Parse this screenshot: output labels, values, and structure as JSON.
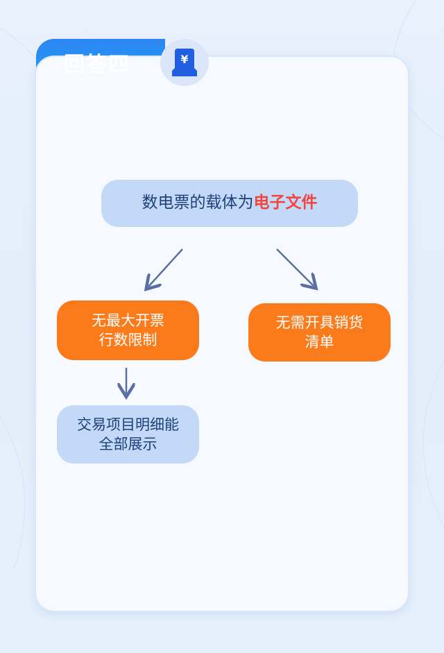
{
  "header": {
    "title": "回答四",
    "badge_icon": "yen-ticket-icon",
    "badge_symbol": "¥"
  },
  "diagram": {
    "root": {
      "text_before": "数电票的载体为",
      "text_highlight": "电子文件"
    },
    "left_branch": {
      "line1": "无最大开票",
      "line2": "行数限制"
    },
    "right_branch": {
      "line1": "无需开具销货",
      "line2": "清单"
    },
    "left_child": {
      "line1": "交易项目明细能",
      "line2": "全部展示"
    }
  },
  "colors": {
    "accent_blue": "#2e86f5",
    "node_blue": "#c3d9f7",
    "node_orange": "#fb7a1a",
    "highlight_red": "#f0443c",
    "arrow": "#5b6ea3"
  }
}
